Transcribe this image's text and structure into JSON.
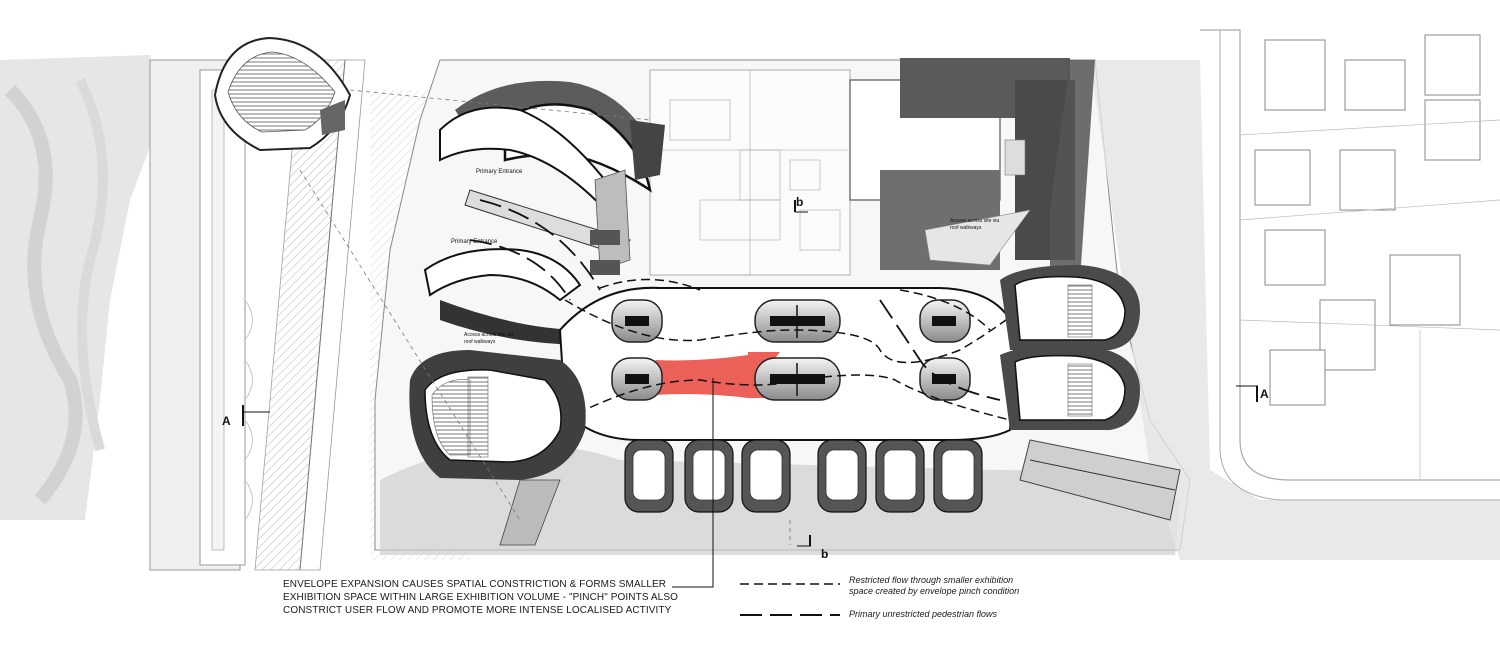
{
  "labels": {
    "primary_entrance_upper": "Primary Entrance",
    "primary_entrance_lower": "Primary Entrance",
    "access_right_line1": "Access across site via",
    "access_right_line2": "roof walkways",
    "access_left_line1": "Access across site via",
    "access_left_line2": "roof walkways"
  },
  "section_marks": {
    "a_left": "A",
    "a_right": "A",
    "b_top": "b",
    "b_bottom": "b"
  },
  "caption": {
    "line1": "ENVELOPE EXPANSION CAUSES SPATIAL CONSTRICTION & FORMS SMALLER",
    "line2": "EXHIBITION SPACE WITHIN LARGE EXHIBITION VOLUME  - \"PINCH\" POINTS ALSO",
    "line3": "CONSTRICT USER FLOW AND PROMOTE MORE INTENSE LOCALISED ACTIVITY"
  },
  "legend": {
    "restricted_line1": "Restricted flow through smaller exhibition",
    "restricted_line2": "space created by envelope pinch condition",
    "primary": "Primary unrestricted pedestrian flows"
  },
  "colors": {
    "highlight": "#e8453c",
    "ink": "#111111",
    "shade": "#7a7a7a",
    "water": "#d9d9d9"
  }
}
